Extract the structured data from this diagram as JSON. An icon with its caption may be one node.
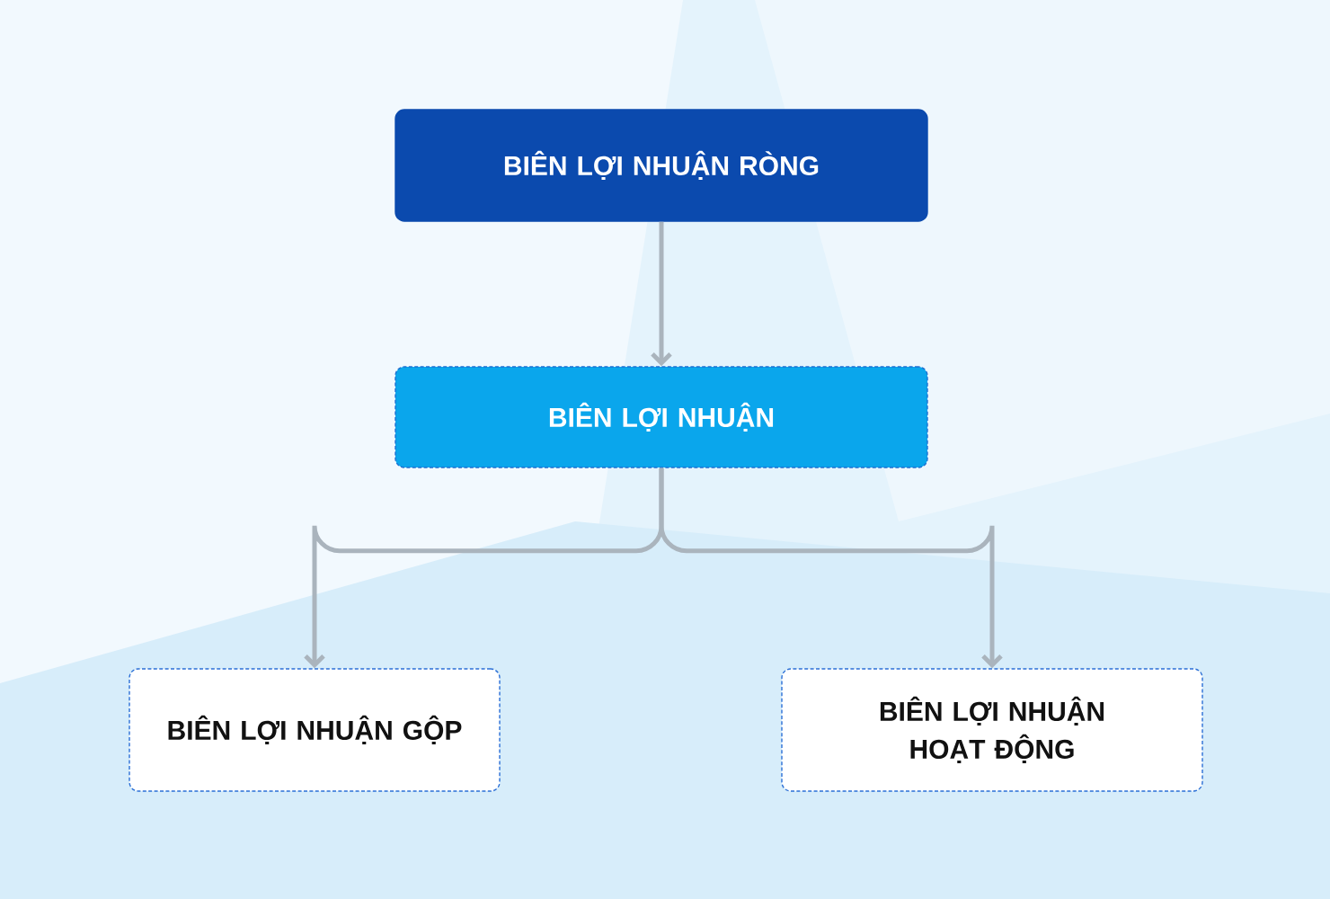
{
  "diagram": {
    "nodes": [
      {
        "text": [
          "BIÊN LỢI NHUẬN RÒNG"
        ]
      },
      {
        "text": [
          "BIÊN LỢI NHUẬN"
        ]
      },
      {
        "text": [
          "BIÊN LỢI NHUẬN GỘP"
        ]
      },
      {
        "text": [
          "BIÊN LỢI NHUẬN HOẠT ĐỘNG"
        ]
      }
    ],
    "edges": [
      {
        "from": 0,
        "to": 1,
        "arrow": "to"
      },
      {
        "from": 1,
        "to": 2,
        "arrow": "to"
      },
      {
        "from": 1,
        "to": 3,
        "arrow": "to"
      }
    ]
  }
}
